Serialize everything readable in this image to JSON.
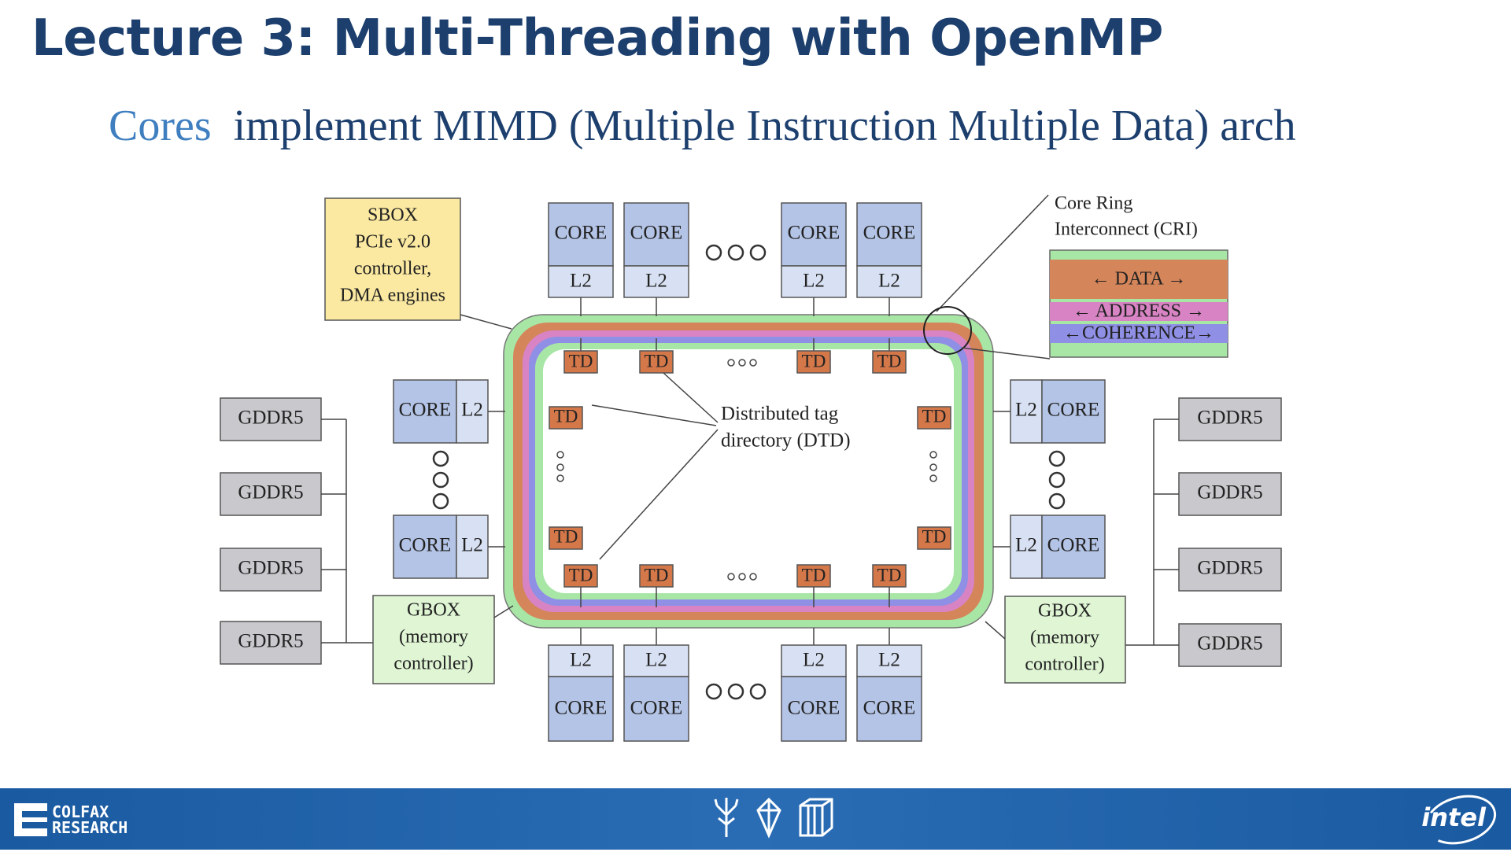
{
  "title": "Lecture 3: Multi-Threading with OpenMP",
  "subtitle": {
    "highlight": "Cores",
    "rest": "implement MIMD (Multiple Instruction Multiple Data) arch"
  },
  "diagram": {
    "sbox_lines": [
      "SBOX",
      "PCIe v2.0",
      "controller,",
      "DMA engines"
    ],
    "core_label": "CORE",
    "l2_label": "L2",
    "td_label": "TD",
    "gddr_label": "GDDR5",
    "gbox_lines": [
      "GBOX",
      "(memory",
      "controller)"
    ],
    "cri_lines": [
      "Core Ring",
      "Interconnect (CRI)"
    ],
    "ring_lanes": [
      "DATA",
      "ADDRESS",
      "COHERENCE"
    ],
    "dtd_lines": [
      "Distributed tag",
      "directory (DTD)"
    ],
    "colors": {
      "core_fill": "#b4c4e6",
      "l2_fill": "#d8e1f3",
      "td_fill": "#d4784a",
      "sbox_fill": "#fbe9a1",
      "gbox_fill": "#dff5d4",
      "gddr_fill": "#c9c9cd",
      "ring_data": "#d5855a",
      "ring_address": "#d884c4",
      "ring_coherence": "#8f8fe6",
      "ring_green": "#a8e6a6"
    }
  },
  "footer": {
    "logo_lines": [
      "COLFAX",
      "RESEARCH"
    ],
    "icons": [
      "tree-icon",
      "crystal-icon",
      "cube-icon"
    ],
    "brand": "intel"
  }
}
